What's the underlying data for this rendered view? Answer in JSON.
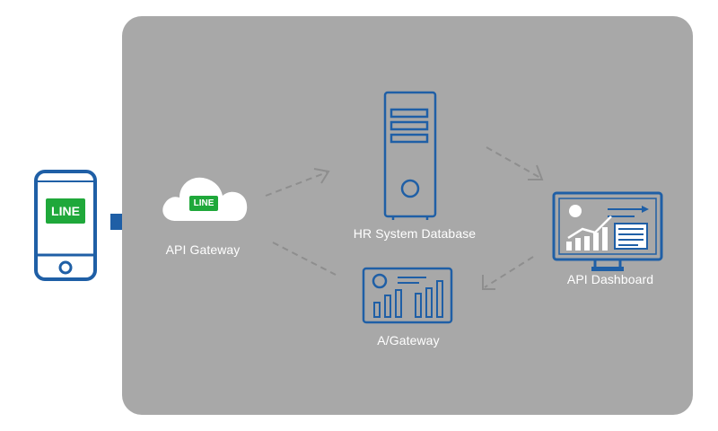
{
  "phone": {
    "badge_text": "LINE",
    "badge_color": "#1fa83a",
    "frame_color": "#1f5fa6"
  },
  "cloud": {
    "badge_text": "LINE",
    "label": "API Gateway"
  },
  "server": {
    "label": "HR System Database"
  },
  "dashboard": {
    "label": "API Dashboard"
  },
  "chart_panel": {
    "label": "A/Gateway"
  },
  "colors": {
    "panel_bg": "#a8a8a8",
    "icon_stroke": "#1f5fa6",
    "arrow_dash": "#8e8e8e",
    "entry_arrow": "#1f5fa6"
  }
}
